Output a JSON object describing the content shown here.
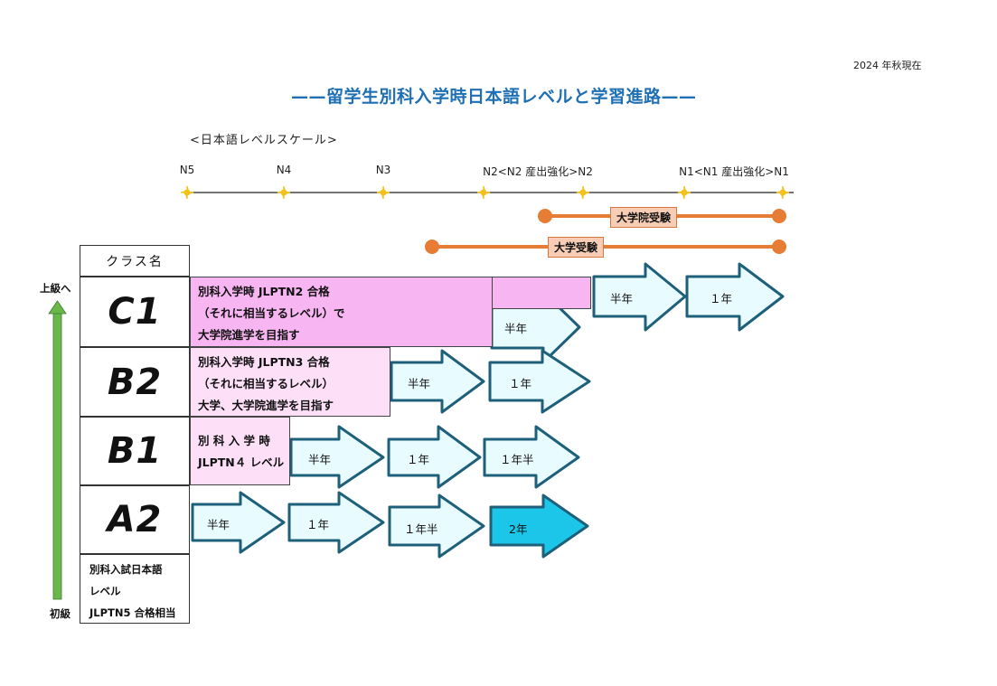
{
  "date": "2024 年秋現在",
  "title": "——留学生別科入学時日本語レベルと学習進路——",
  "scale_label": "<日本語レベルスケール>",
  "scale_ticks": [
    "N5",
    "N4",
    "N3",
    "N2<N2 産出強化>N2",
    "N1<N1 産出強化>N1"
  ],
  "bars": {
    "graduate": "大学院受験",
    "university": "大学受験"
  },
  "class_header": "クラス名",
  "levels": {
    "c1": "C1",
    "b2": "B2",
    "b1": "B1",
    "a2": "A2"
  },
  "side": {
    "top": "上級へ",
    "bottom": "初級"
  },
  "descriptions": {
    "c1": [
      "別科入学時 JLPTN2 合格",
      "（それに相当するレベル）で",
      "大学院進学を目指す"
    ],
    "b2": [
      "別科入学時 JLPTN3 合格",
      "（それに相当するレベル）",
      "大学、大学院進学を目指す"
    ],
    "b1": [
      "別 科 入 学 時",
      "JLPTN４ レベル"
    ]
  },
  "note": [
    "別科入試日本語",
    "レベル",
    "JLPTN5 合格相当"
  ],
  "durations": {
    "c1": [
      "半年",
      "半年",
      "１年"
    ],
    "b2": [
      "半年",
      "１年"
    ],
    "b1": [
      "半年",
      "１年",
      "１年半"
    ],
    "a2": [
      "半年",
      "１年",
      "１年半",
      "2年"
    ]
  },
  "colors": {
    "title": "#1f6fb4",
    "c1_box": "#f7b5f1",
    "b2_box": "#fde0f8",
    "b1_box": "#fde0f8",
    "arrow_border": "#1e5f7a",
    "arrow_fill": "#e8fbff",
    "arrow_fill_final": "#1cc6e8",
    "bar": "#e77c34",
    "up_arrow": "#6ab84a",
    "star": "#f3c21a"
  }
}
